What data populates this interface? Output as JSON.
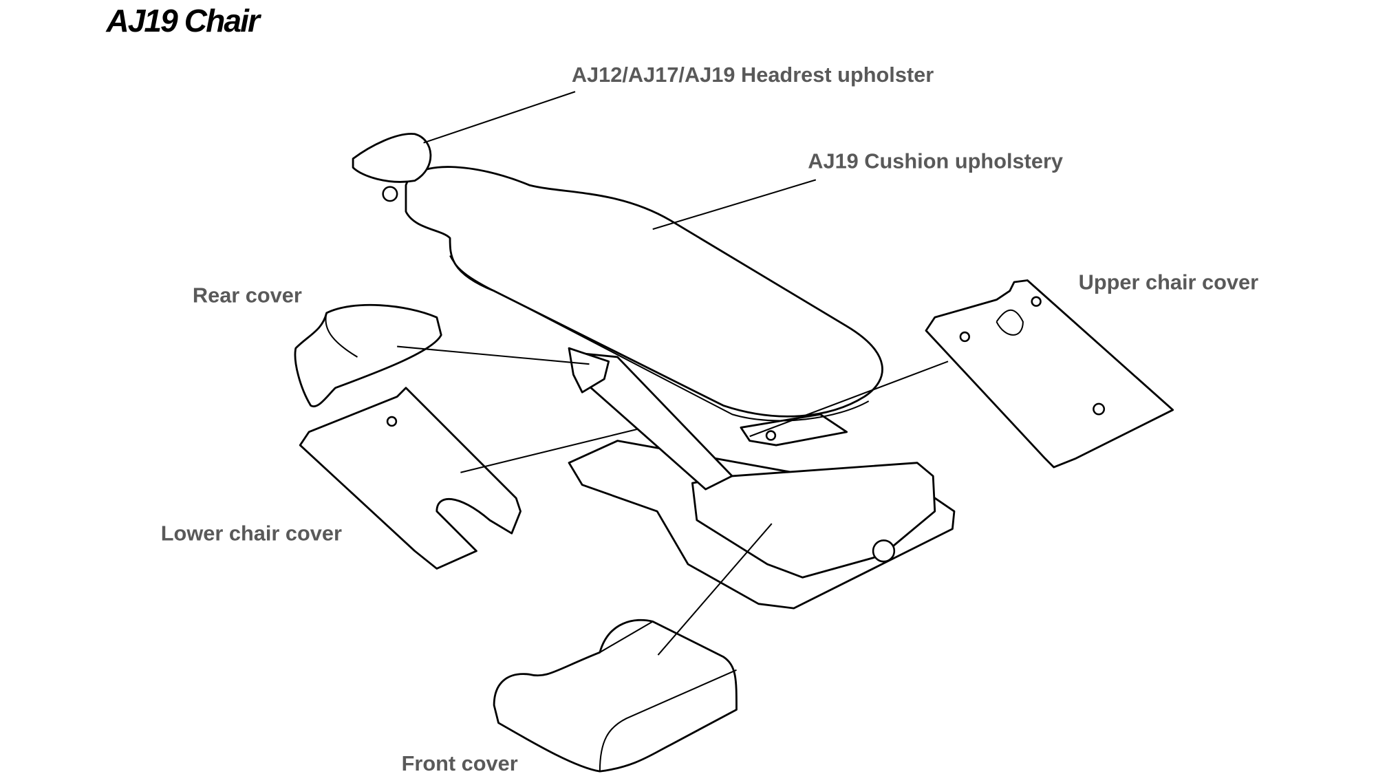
{
  "title": "AJ19 Chair",
  "labels": {
    "headrest": "AJ12/AJ17/AJ19 Headrest upholster",
    "cushion": "AJ19 Cushion upholstery",
    "rear_cover": "Rear cover",
    "upper_chair_cover": "Upper chair cover",
    "lower_chair_cover": "Lower chair cover",
    "front_cover": "Front cover"
  }
}
